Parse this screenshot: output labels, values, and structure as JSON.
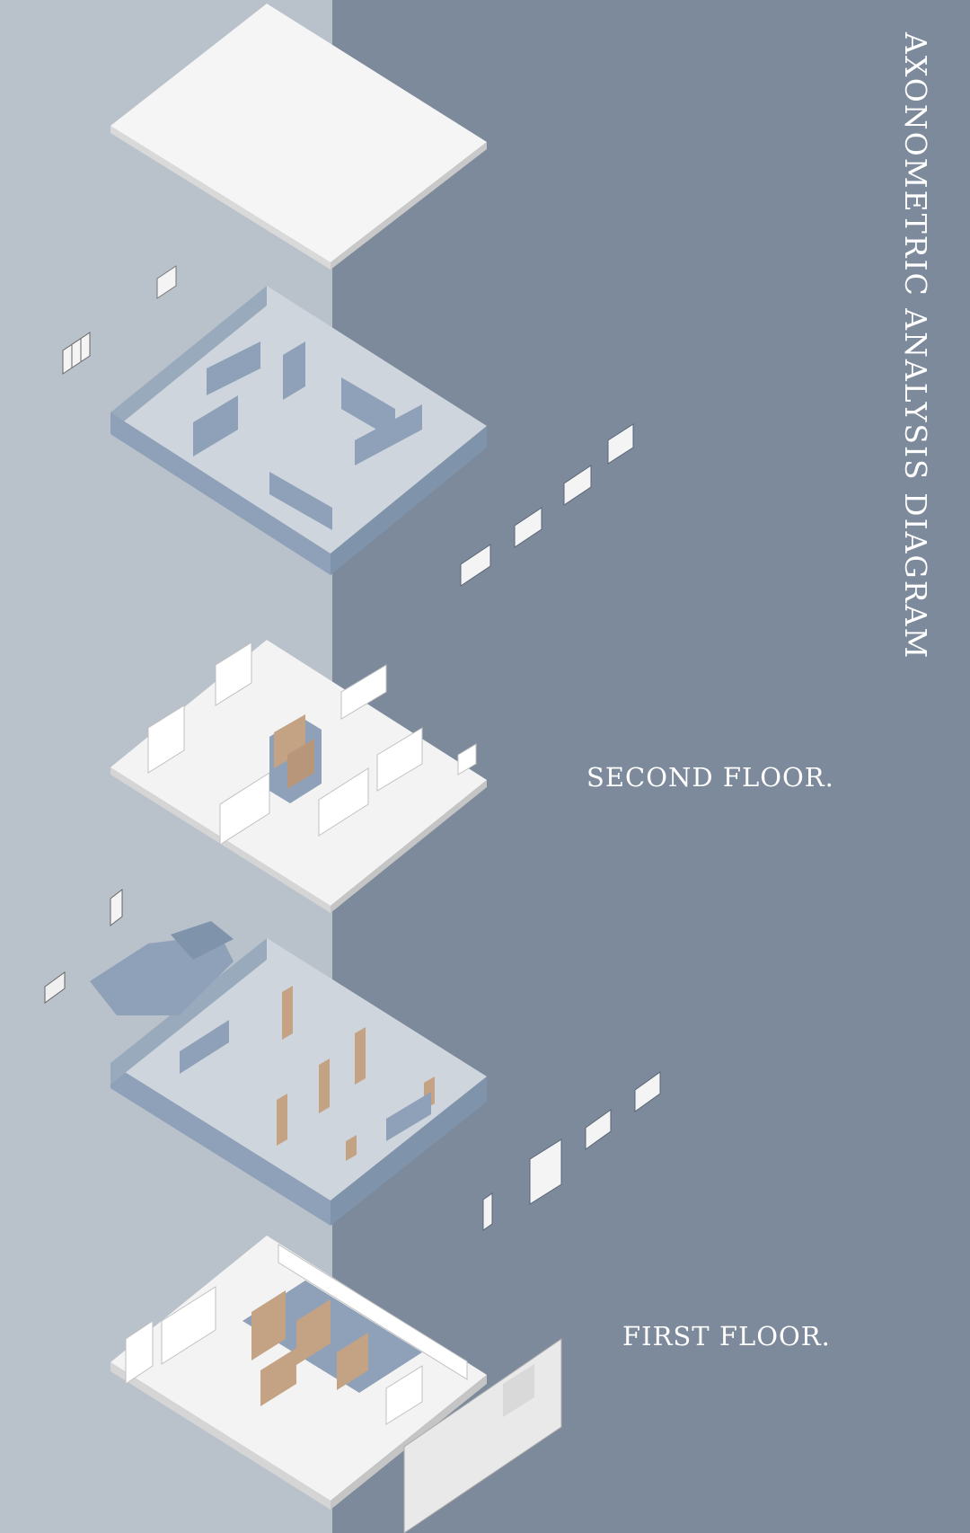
{
  "diagram_title": "AXONOMETRIC ANALYSIS DIAGRAM",
  "labels": {
    "second_floor": "SECOND FLOOR.",
    "first_floor": "FIRST FLOOR."
  },
  "colors": {
    "background_right": "#7d8a9b",
    "background_left": "#b9c1cb",
    "wall_blue": "#8fa1b8",
    "interior_white": "#f2f2f2",
    "wood": "#c4a385",
    "text": "#ffffff"
  }
}
